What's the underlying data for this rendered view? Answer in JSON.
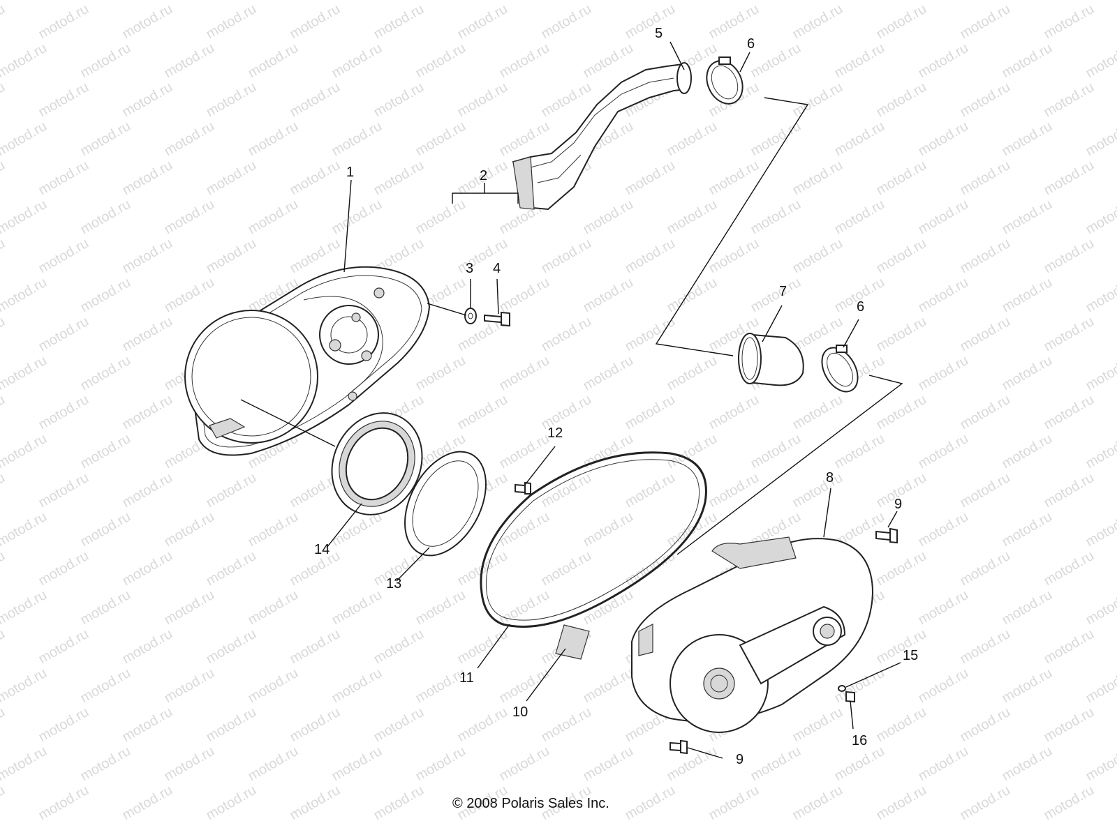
{
  "watermark": "motod.ru",
  "copyright": "© 2008 Polaris Sales Inc.",
  "callouts": {
    "c1": "1",
    "c2": "2",
    "c3": "3",
    "c4": "4",
    "c5": "5",
    "c6a": "6",
    "c6b": "6",
    "c7": "7",
    "c8": "8",
    "c9a": "9",
    "c9b": "9",
    "c10": "10",
    "c11": "11",
    "c12": "12",
    "c13": "13",
    "c14": "14",
    "c15": "15",
    "c16": "16"
  }
}
